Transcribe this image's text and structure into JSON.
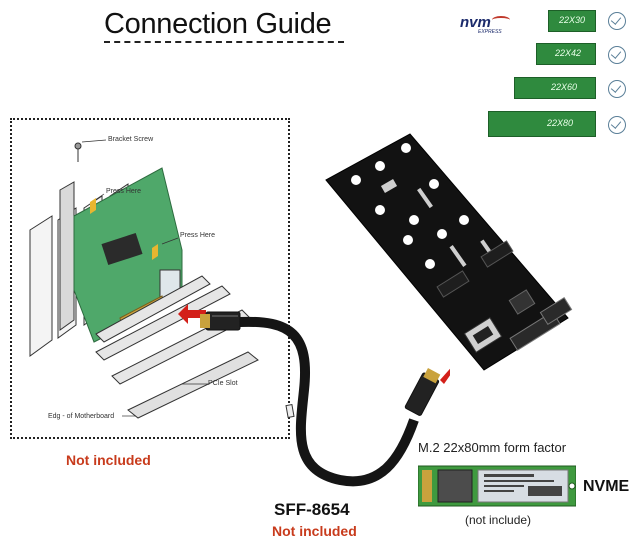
{
  "title": "Connection Guide",
  "nvm_logo": {
    "main": "nvm",
    "sub": "EXPRESS"
  },
  "form_factors": [
    {
      "label": "22X30",
      "check": "check-icon"
    },
    {
      "label": "22X42",
      "check": "check-icon"
    },
    {
      "label": "22X60",
      "check": "check-icon"
    },
    {
      "label": "22X80",
      "check": "check-icon"
    }
  ],
  "diagram_labels": {
    "bracket_screw": "Bracket Screw",
    "press_here_1": "Press Here",
    "press_here_2": "Press Here",
    "pcie_slot": "PCIe Slot",
    "edge_motherboard": "Edg - of Motherboard"
  },
  "adapter_not_included": "Not included",
  "cable": {
    "name": "SFF-8654",
    "note": "Not included"
  },
  "ssd": {
    "form_factor": "M.2 22x80mm form factor",
    "type": "NVME",
    "note": "(not include)"
  },
  "colors": {
    "accent_red": "#c83b1c",
    "module_green": "#2f8a3e",
    "pcb_green": "#4fa86a"
  }
}
